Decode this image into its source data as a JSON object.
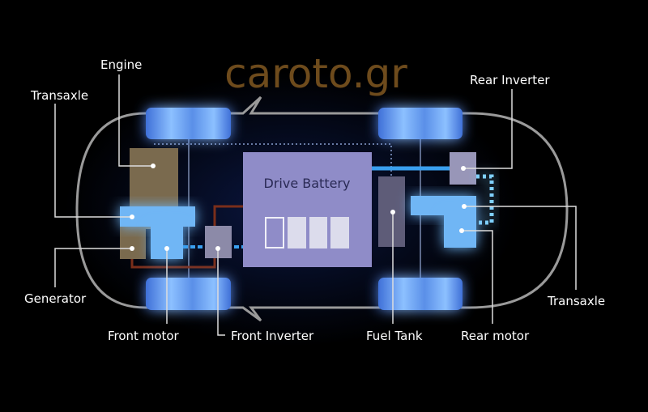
{
  "watermark": "caroto.gr",
  "battery_title": "Drive Battery",
  "labels": {
    "engine": "Engine",
    "transaxle_front": "Transaxle",
    "generator": "Generator",
    "front_motor": "Front motor",
    "front_inverter": "Front Inverter",
    "fuel_tank": "Fuel Tank",
    "rear_motor": "Rear motor",
    "transaxle_rear": "Transaxle",
    "rear_inverter": "Rear Inverter"
  },
  "colors": {
    "glow": "#2f6dff",
    "component_blue": "#6fb6f5",
    "engine": "#7a6a4e",
    "battery": "#8f8cc8",
    "wire": "#7a2e1a"
  }
}
